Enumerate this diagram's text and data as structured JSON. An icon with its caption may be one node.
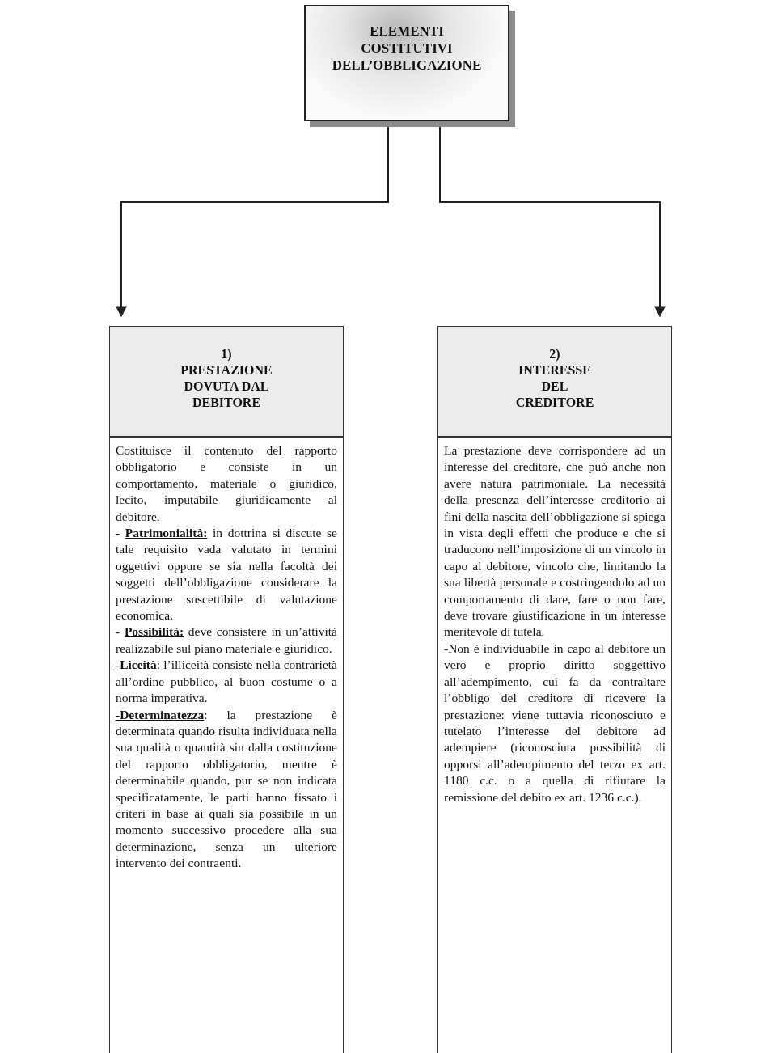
{
  "diagram": {
    "nodes": [
      {
        "text": [
          "ELEMENTI COSTITUTIVI DELL’OBBLIGAZIONE"
        ]
      },
      {
        "text": [
          "1)",
          "PRESTAZIONE DOVUTA DAL DEBITORE"
        ]
      },
      {
        "text": [
          "Costituisce il contenuto del rapporto obbligatorio e consiste in un comportamento, materiale o giuridico, lecito, imputabile giuridicamente al debitore.",
          "- **Patrimonialità:** in dottrina si discute se tale requisito vada valutato in termini oggettivi oppure se sia nella facoltà dei soggetti dell’obbligazione considerare la prestazione suscettibile di valutazione economica.",
          "- **Possibilità:** deve consistere in un’attività realizzabile sul piano materiale e giuridico.",
          "**-Liceità**: l’illiceità consiste nella contrarietà all’ordine pubblico, al buon costume o a norma imperativa.",
          "**-Determinatezza**: la prestazione è determinata quando risulta individuata nella sua qualità o quantità sin dalla costituzione del rapporto obbligatorio, mentre è determinabile quando, pur se non indicata specificatamente, le parti hanno fissato i criteri in base ai quali sia possibile in un momento successivo procedere alla sua determinazione, senza un ulteriore intervento dei contraenti."
        ]
      },
      {
        "text": [
          "2)",
          "INTERESSE DEL CREDITORE"
        ]
      },
      {
        "text": [
          "La prestazione deve corrispondere ad un interesse del creditore, che può anche non avere natura patrimoniale. La necessità della presenza dell’interesse creditorio ai fini della nascita dell’obbligazione si spiega in vista degli effetti che produce e che si traducono nell’imposizione di un vincolo in capo al debitore, vincolo che, limitando la sua libertà personale e costringendolo ad un comportamento di dare, fare o non fare, deve trovare giustificazione in un interesse meritevole di tutela.",
          "-Non è individuabile in capo al debitore un vero e proprio diritto soggettivo all’adempimento, cui fa da contraltare l’obbligo del creditore di ricevere la prestazione: viene tuttavia riconosciuto e tutelato l’interesse del debitore ad adempiere (riconosciuta possibilità di opporsi all’adempimento del terzo ex art. 1180 c.c. o a quella di rifiutare la remissione del debito ex art. 1236 c.c.)."
        ]
      }
    ],
    "edges": [
      {
        "from": 0,
        "to": 1,
        "arrow": "to"
      },
      {
        "from": 0,
        "to": 3,
        "arrow": "to"
      }
    ]
  }
}
